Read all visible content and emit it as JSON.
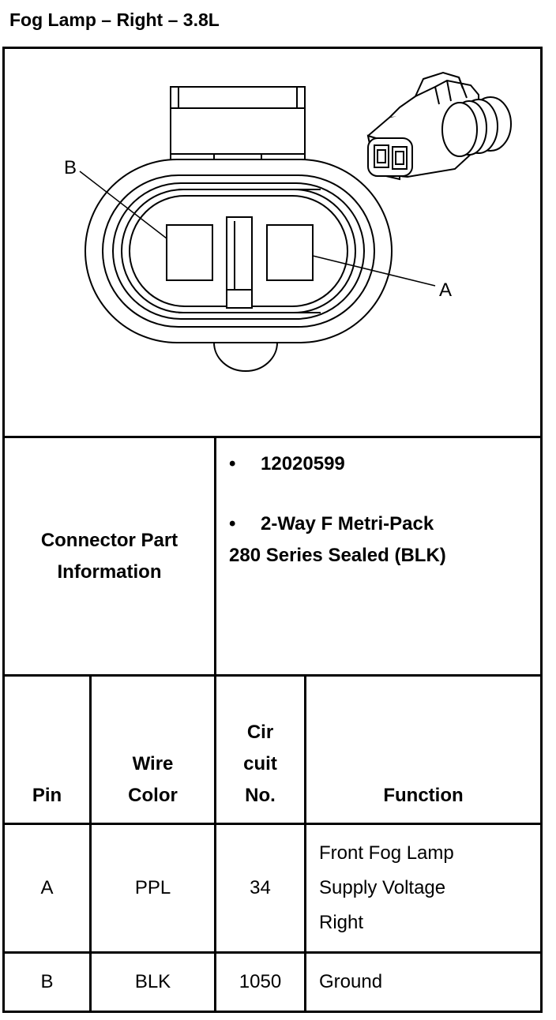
{
  "title": "Fog Lamp – Right – 3.8L",
  "diagram": {
    "labels": {
      "pin_b": "B",
      "pin_a": "A"
    }
  },
  "connector_info": {
    "label_line1": "Connector Part",
    "label_line2": "Information",
    "part_number": "12020599",
    "description_line1": "2-Way F Metri-Pack",
    "description_line2": "280 Series Sealed (BLK)",
    "bullet": "•"
  },
  "table": {
    "headers": {
      "pin": "Pin",
      "wire_color_line1": "Wire",
      "wire_color_line2": "Color",
      "circuit_line1": "Cir",
      "circuit_line2": "cuit",
      "circuit_line3": "No.",
      "function": "Function"
    },
    "rows": [
      {
        "pin": "A",
        "wire_color": "PPL",
        "circuit": "34",
        "function_line1": "Front Fog Lamp",
        "function_line2": "Supply Voltage",
        "function_line3": "Right"
      },
      {
        "pin": "B",
        "wire_color": "BLK",
        "circuit": "1050",
        "function_line1": "Ground"
      }
    ]
  }
}
